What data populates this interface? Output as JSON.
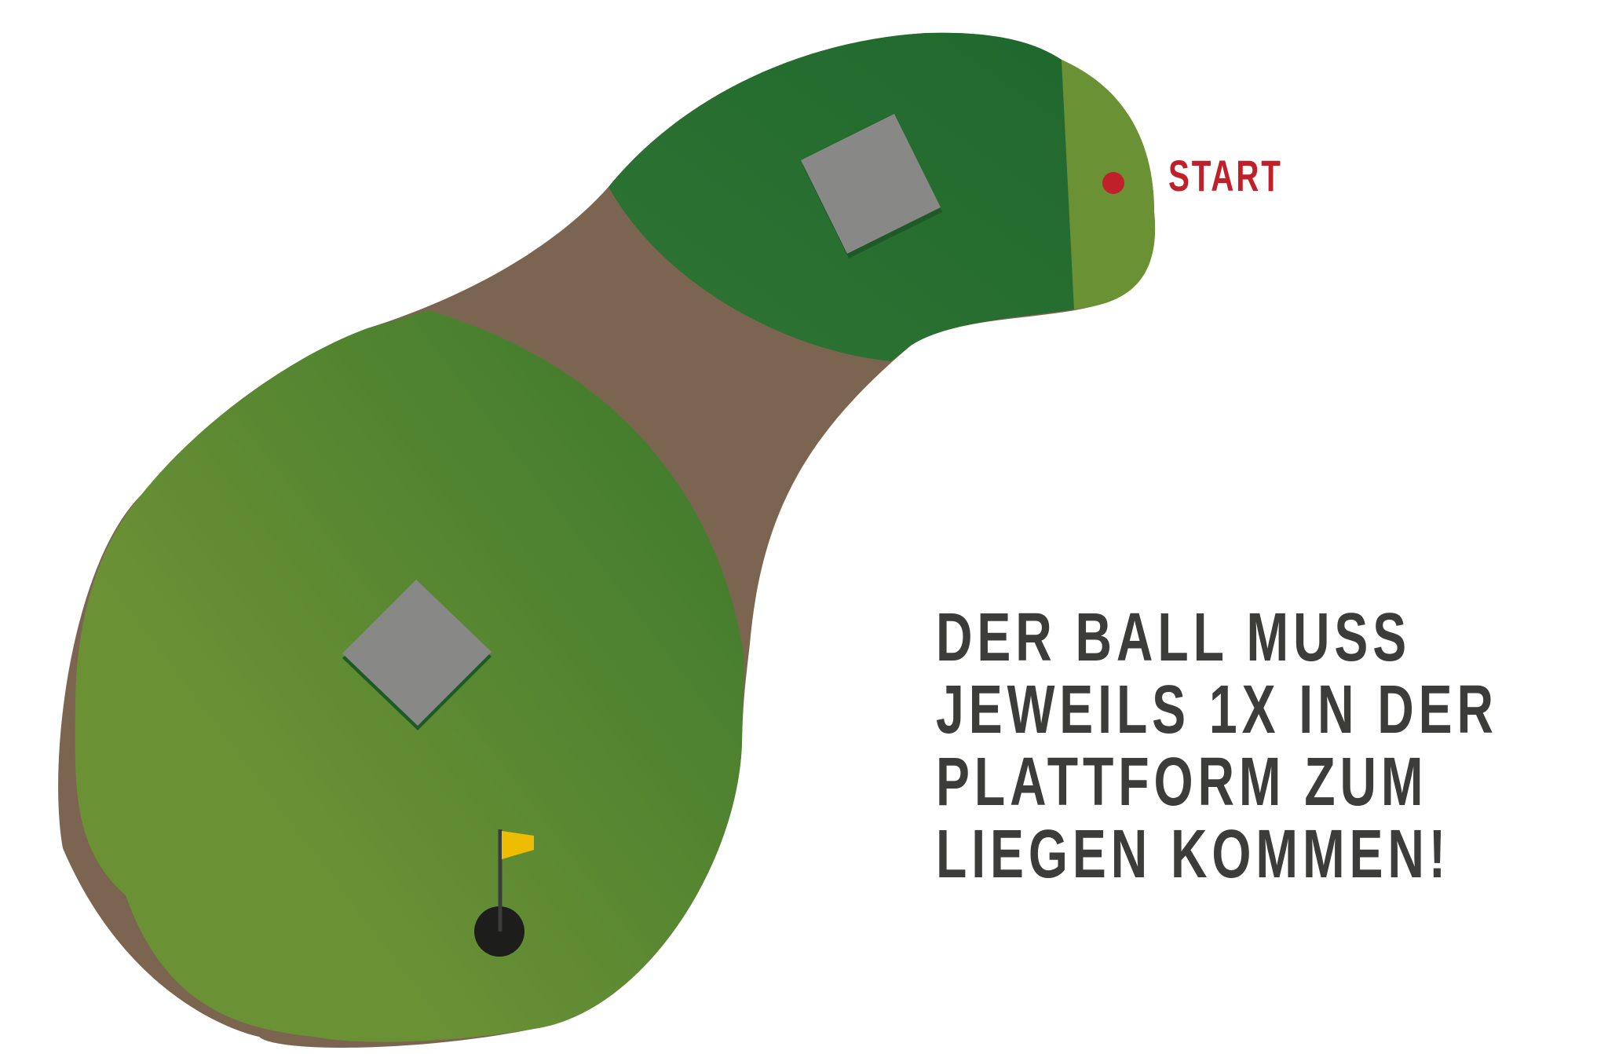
{
  "start": {
    "label": "START",
    "color": "#c0202a"
  },
  "instructions": {
    "lines": [
      "DER BALL MUSS",
      "JEWEILS 1X IN DER",
      "PLATTFORM ZUM",
      "LIEGEN KOMMEN!"
    ],
    "color": "#3c3c3b"
  },
  "colors": {
    "fairway_light": "#6b9135",
    "fairway_dark": "#226b2e",
    "tee_area": "#6b9135",
    "rough_path": "#7c6550",
    "platform": "#888887",
    "platform_shadow": "#1e5a26",
    "hole": "#1d1d1b",
    "flag": "#eebc00",
    "ball": "#c0202a"
  },
  "icons": {
    "ball": "ball-icon",
    "hole": "hole-icon",
    "flag": "flag-icon",
    "platform": "platform-icon"
  }
}
